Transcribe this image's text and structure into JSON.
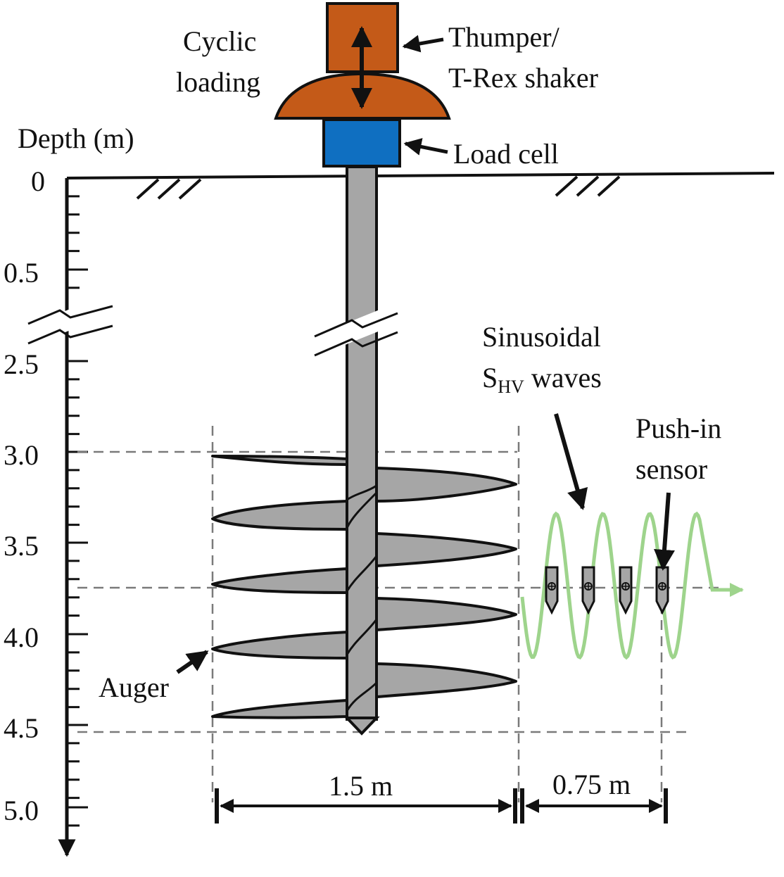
{
  "colors": {
    "shaker": "#c45a18",
    "load_cell": "#0f6fc1",
    "steel": "#a6a6a6",
    "wave": "#9ed48c",
    "ink": "#111111",
    "dashed_line": "#7a7a7a"
  },
  "labels": {
    "depth_axis": "Depth (m)",
    "cyclic_loading_1": "Cyclic",
    "cyclic_loading_2": "loading",
    "thumper_1": "Thumper/",
    "thumper_2": "T-Rex shaker",
    "load_cell": "Load cell",
    "sinusoidal_1": "Sinusoidal",
    "shv_main": "S",
    "shv_sub": "HV",
    "shv_rest": " waves",
    "push_in_1": "Push-in",
    "push_in_2": "sensor",
    "auger": "Auger",
    "dim_auger": "1.5 m",
    "dim_offset": "0.75 m"
  },
  "depth_ticks": [
    "0",
    "0.5",
    "2.5",
    "3.0",
    "3.5",
    "4.0",
    "4.5",
    "5.0"
  ],
  "icons": {
    "ground_hatch": "hatch-icon",
    "axis_break": "break-icon",
    "arrow": "arrow-icon"
  }
}
